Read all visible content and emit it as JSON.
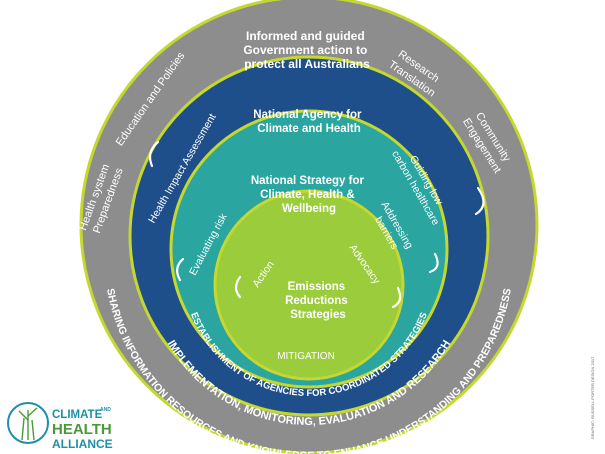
{
  "colors": {
    "outer_ring": "#8d8d8d",
    "navy_ring": "#1f4f8b",
    "teal_ring": "#2aa5a0",
    "green_core": "#9acc3c",
    "ring_stroke": "#c4d82e",
    "logo_teal": "#1e8fa6"
  },
  "outer_ring": {
    "top_text": [
      "Informed and guided",
      "Government action to",
      "protect all Australians"
    ],
    "left_upper": "Education and Policies",
    "left_lower": [
      "Health system",
      "Preparedness"
    ],
    "right_upper": [
      "Research",
      "Translation"
    ],
    "right_lower": [
      "Community",
      "Engagement"
    ],
    "bottom_arc": "SHARING INFORMATION RESOURCES AND KNOWLEDGE TO ENHANCE UNDERSTANDING AND PREPAREDNESS"
  },
  "navy_ring": {
    "title": [
      "National Agency for",
      "Climate and Health"
    ],
    "left_label": "Health Impact Assessment",
    "right_label": [
      "Guiding low",
      "carbon healthcare"
    ],
    "bottom_arc": "IMPLEMENTATION, MONITORING, EVALUATION AND RESEARCH"
  },
  "teal_ring": {
    "title": [
      "National Strategy for",
      "Climate, Health &",
      "Wellbeing"
    ],
    "left_label": "Evaluating risk",
    "right_label": [
      "Addressing",
      "barriers"
    ],
    "bottom_arc": "ESTABLISHMENT OF AGENCIES FOR COORDINATED STRATEGIES"
  },
  "core": {
    "title": [
      "Emissions",
      "Reductions",
      "Strategies"
    ],
    "left_label": "Action",
    "right_label": "Advocacy",
    "bottom": "MITIGATION"
  },
  "logo": {
    "line1": "CLIMATE",
    "line1_sup": "AND",
    "line2": "HEALTH",
    "line3": "ALLIANCE"
  },
  "credit": "GRAPHIC: RUSSELL PORTER DESIGN 2017"
}
